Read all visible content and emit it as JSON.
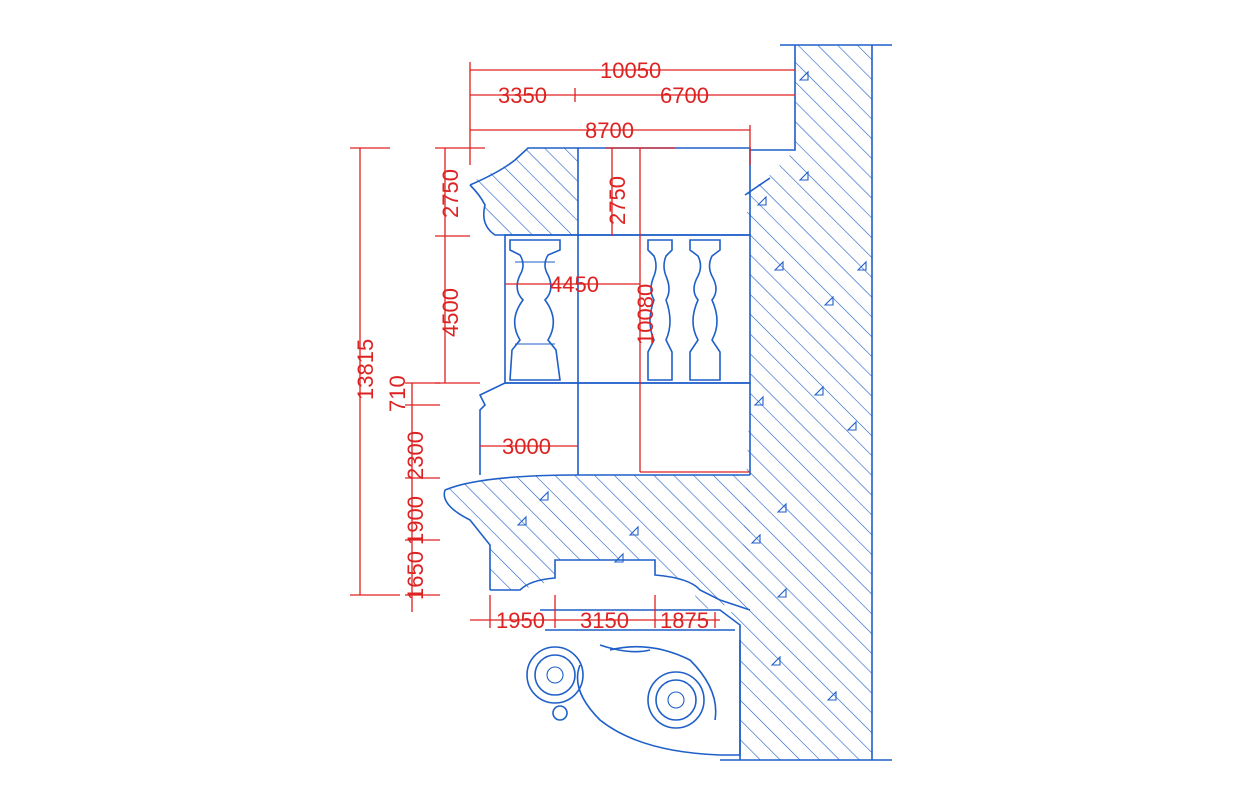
{
  "drawing": {
    "line_color": "#1f5fc8",
    "dimension_color": "#e02020",
    "background": "#ffffff",
    "dimensions": {
      "top_overall": "10050",
      "top_left": "3350",
      "top_right": "6700",
      "top_second": "8700",
      "left_cornice_height": "2750",
      "inner_cornice_height": "2750",
      "baluster_zone_height": "4500",
      "overall_height": "13815",
      "small_band": "710",
      "pedestal_height": "2300",
      "base_band": "1900",
      "bottom_band": "1650",
      "baluster_width": "4450",
      "inner_height": "10080",
      "pedestal_width": "3000",
      "bottom_left": "1950",
      "bottom_mid": "3150",
      "bottom_right": "1875"
    }
  }
}
